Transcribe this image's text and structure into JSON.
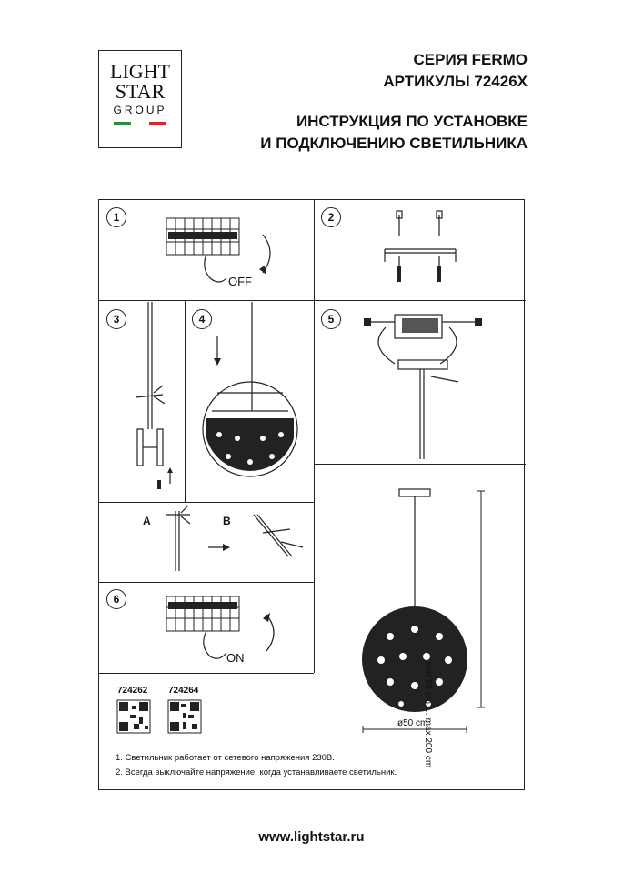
{
  "brand": {
    "line1": "LIGHT",
    "line2": "STAR",
    "line3": "GROUP",
    "flag_colors": [
      "#2e8b3a",
      "#ffffff",
      "#d22630"
    ]
  },
  "header": {
    "series": "СЕРИЯ FERMO",
    "article": "АРТИКУЛЫ 72426X",
    "title_line1": "ИНСТРУКЦИЯ ПО УСТАНОВКЕ",
    "title_line2": "И ПОДКЛЮЧЕНИЮ СВЕТИЛЬНИКА"
  },
  "steps": {
    "s1": "1",
    "s2": "2",
    "s3": "3",
    "s4": "4",
    "s5": "5",
    "s6": "6",
    "off": "OFF",
    "on": "ON",
    "variant_a": "A",
    "variant_b": "B"
  },
  "dimensions": {
    "height": "min 55 cm … max 200 cm",
    "diameter": "ø50 cm"
  },
  "codes": {
    "code1": "724262",
    "code2": "724264"
  },
  "notes": {
    "n1": "1. Светильник работает от сетевого напряжения 230В.",
    "n2": "2. Всегда выключайте напряжение, когда устанавливаете светильник."
  },
  "footer": {
    "url": "www.lightstar.ru"
  }
}
